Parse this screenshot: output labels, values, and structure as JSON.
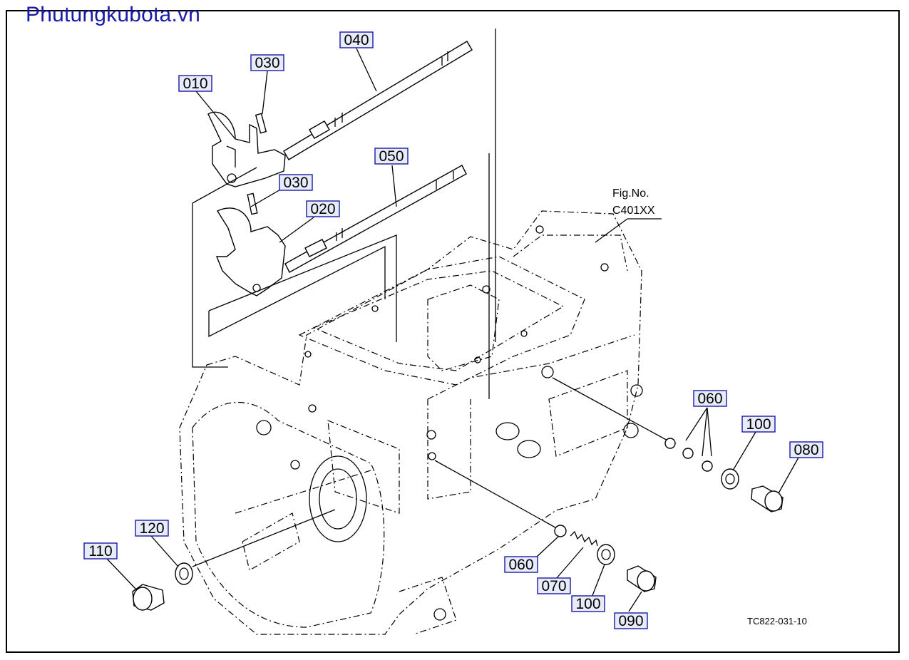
{
  "watermark": "Phutungkubota.vn",
  "figure_ref": {
    "line1": "Fig.No.",
    "line2": "C401XX"
  },
  "drawing_code": "TC822-031-10",
  "callouts": [
    "010",
    "030",
    "040",
    "030",
    "020",
    "050",
    "060",
    "100",
    "080",
    "120",
    "110",
    "060",
    "070",
    "100",
    "090"
  ]
}
